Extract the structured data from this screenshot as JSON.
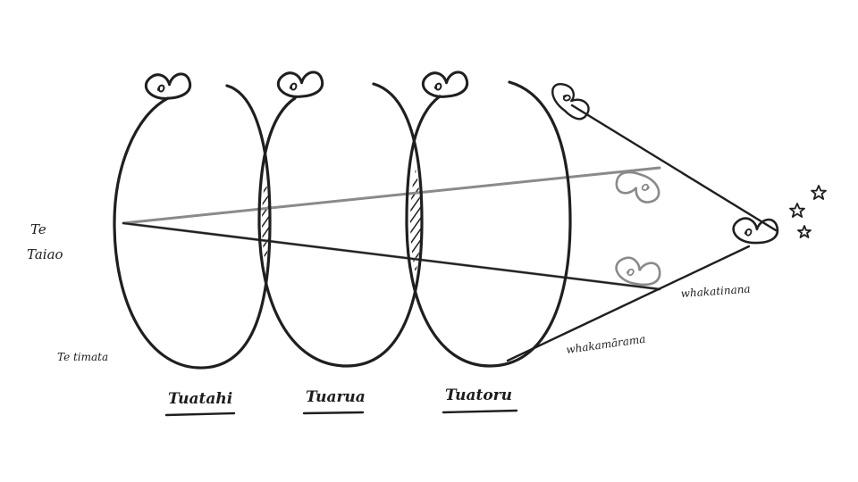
{
  "labels": {
    "te_taiao_line1": "Te",
    "te_taiao_line2": "Taiao",
    "te_timata": "Te timata",
    "tuatahi": "Tuatahi",
    "tuarua": "Tuarua",
    "tuatoru": "Tuatoru",
    "whakatinana": "whakatinana",
    "whakamarama": "whakamārama"
  },
  "colors": {
    "ink": "#1f1f1f",
    "faint": "#8a8a8a",
    "background": "#ffffff"
  },
  "icons": [
    "koru-heart-icon",
    "star-icon"
  ]
}
